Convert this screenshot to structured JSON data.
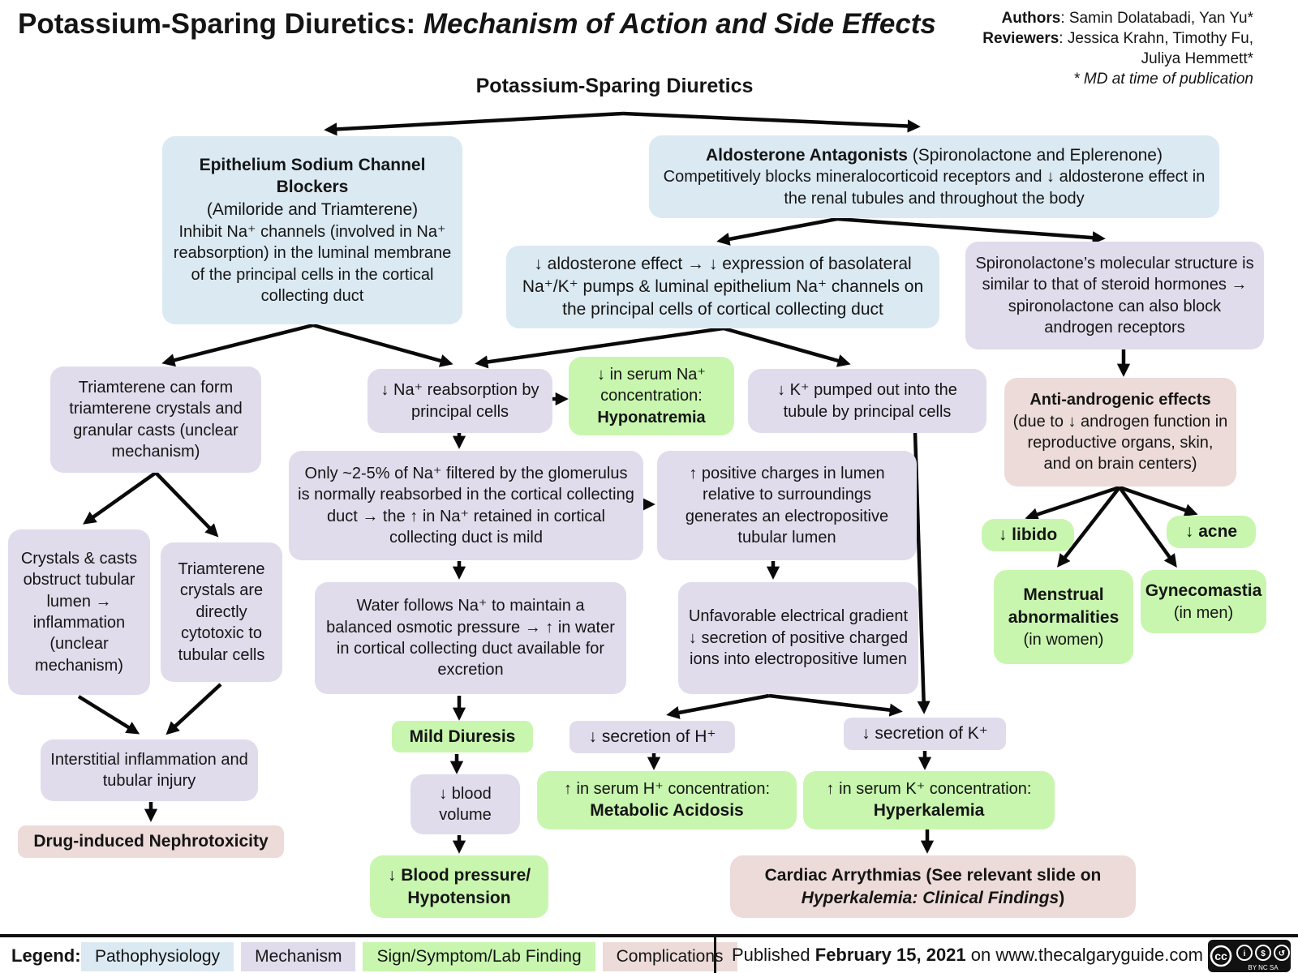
{
  "header": {
    "title_main": "Potassium-Sparing Diuretics:",
    "title_italic": " Mechanism of Action and Side Effects",
    "authors_label": "Authors",
    "authors_rest": ": Samin Dolatabadi, Yan Yu*",
    "reviewers_label": "Reviewers",
    "reviewers_rest": ": Jessica Krahn, Timothy Fu,",
    "reviewers_line2": "Juliya Hemmett*",
    "md_note": "* MD at time of publication"
  },
  "root": {
    "label": "Potassium-Sparing Diuretics"
  },
  "boxes": {
    "ep": {
      "title": "Epithelium Sodium Channel Blockers",
      "subtitle": "(Amiloride and Triamterene)",
      "body": "Inhibit Na⁺ channels (involved in Na⁺ reabsorption) in the luminal membrane of the principal cells in the cortical collecting duct"
    },
    "aldo": {
      "title_bold": "Aldosterone Antagonists",
      "title_rest": " (Spironolactone and Eplerenone)",
      "body": "Competitively blocks mineralocorticoid receptors and ↓ aldosterone effect in the renal tubules and throughout the body"
    },
    "aldo_effect": {
      "text": "↓ aldosterone effect → ↓ expression of basolateral Na⁺/K⁺ pumps & luminal epithelium Na⁺ channels on the principal cells of cortical collecting duct"
    },
    "spiro": {
      "text": "Spironolactone’s molecular structure is similar to that of steroid hormones → spironolactone can also block androgen receptors"
    },
    "tri_crystals": {
      "text": "Triamterene can form triamterene crystals and granular casts (unclear mechanism)"
    },
    "na_reab": {
      "text": "↓ Na⁺ reabsorption by principal cells"
    },
    "hypona": {
      "line": "↓ in serum Na⁺ concentration:",
      "bold": "Hyponatremia"
    },
    "k_pumped": {
      "text": "↓ K⁺ pumped out into the tubule by principal cells"
    },
    "antiandro": {
      "bold": "Anti-androgenic effects",
      "rest": "(due to ↓ androgen function in reproductive organs, skin, and on brain centers)"
    },
    "only25": {
      "text": "Only ~2-5% of Na⁺ filtered by the glomerulus is normally reabsorbed in the cortical collecting duct → the ↑ in Na⁺ retained in cortical collecting duct is mild"
    },
    "pos_charges": {
      "text": "↑ positive charges in lumen relative to surroundings generates an electropositive tubular lumen"
    },
    "libido": {
      "text": "↓ libido"
    },
    "acne": {
      "text": "↓ acne"
    },
    "crystals": {
      "text": "Crystals & casts obstruct tubular lumen → inflammation (unclear mechanism)"
    },
    "cytotoxic": {
      "text": "Triamterene crystals are directly cytotoxic to tubular cells"
    },
    "water": {
      "text": "Water follows Na⁺ to maintain a balanced osmotic pressure → ↑ in water in cortical collecting duct available for excretion"
    },
    "unfav": {
      "text": "Unfavorable electrical gradient ↓ secretion of positive charged ions into electropositive lumen"
    },
    "menstrual": {
      "bold": "Menstrual abnormalities",
      "rest": "(in women)"
    },
    "gyneco": {
      "bold": "Gynecomastia",
      "rest": "(in men)"
    },
    "mild": {
      "text": "Mild Diuresis"
    },
    "hsec": {
      "text": "↓ secretion of H⁺"
    },
    "ksec": {
      "text": "↓ secretion of K⁺"
    },
    "bloodvol": {
      "text": "↓ blood volume"
    },
    "metab": {
      "line": "↑ in serum H⁺ concentration:",
      "bold": "Metabolic Acidosis"
    },
    "hyperk": {
      "line": "↑ in serum K⁺ concentration:",
      "bold": "Hyperkalemia"
    },
    "interstitial": {
      "text": "Interstitial inflammation and tubular injury"
    },
    "nephro": {
      "text": "Drug-induced Nephrotoxicity"
    },
    "bp": {
      "line1": "↓ Blood pressure/",
      "line2": "Hypotension"
    },
    "cardiac": {
      "bold1": "Cardiac Arrythmias (See relevant slide on ",
      "italic": "Hyperkalemia: Clinical Findings",
      "bold2": ")"
    }
  },
  "legend": {
    "label": "Legend:",
    "items": [
      {
        "label": "Pathophysiology",
        "color": "#dbe9f2"
      },
      {
        "label": "Mechanism",
        "color": "#e0dcec"
      },
      {
        "label": "Sign/Symptom/Lab Finding",
        "color": "#c8f6ae"
      },
      {
        "label": "Complications",
        "color": "#ecdbd8"
      }
    ]
  },
  "footer": {
    "published_prefix": "Published ",
    "published_date": "February 15, 2021",
    "published_suffix": " on www.thecalgaryguide.com",
    "license": "CC BY NC SA"
  }
}
